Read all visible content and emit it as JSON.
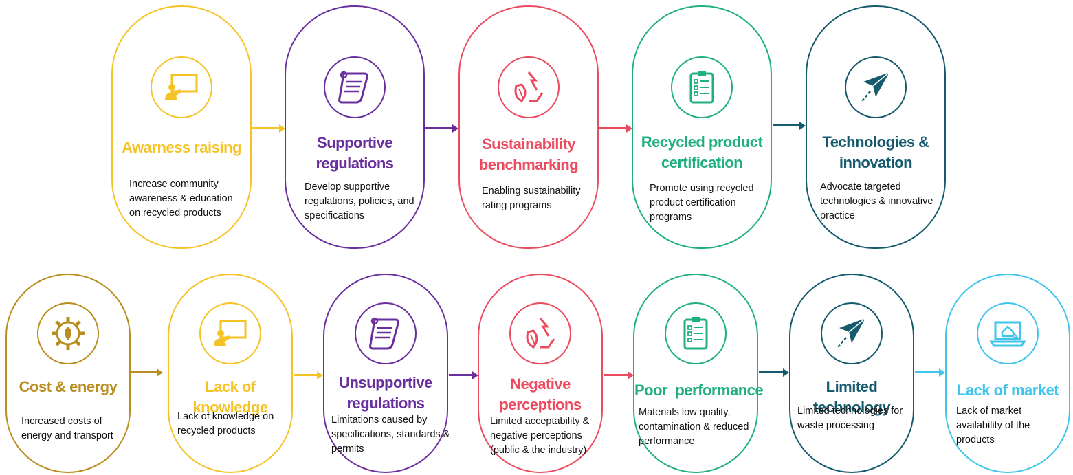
{
  "colors": {
    "yellow": "#f6c326",
    "purple": "#6a2f9e",
    "red": "#ec4a5e",
    "green": "#20b07d",
    "navy": "#165a6e",
    "gold": "#b98d1e",
    "cyan": "#3fc5ec"
  },
  "top_row": [
    {
      "title": "Awarness raising",
      "desc": "Increase community awareness & education on recycled products",
      "icon": "teacher-board-icon"
    },
    {
      "title": "Supportive regulations",
      "desc": "Develop supportive regulations, policies, and specifications",
      "icon": "scroll-icon"
    },
    {
      "title": "Sustainability benchmarking",
      "desc": "Enabling sustainability rating programs",
      "icon": "recycle-leaf-icon"
    },
    {
      "title": "Recycled product certification",
      "desc": "Promote using recycled product certification programs",
      "icon": "clipboard-checklist-icon"
    },
    {
      "title": "Technologies & innovation",
      "desc": "Advocate targeted technologies & innovative practice",
      "icon": "paper-plane-icon"
    }
  ],
  "bottom_row": [
    {
      "title": "Cost & energy",
      "desc": "Increased costs of energy and transport",
      "icon": "gear-leaf-icon"
    },
    {
      "title": "Lack of knowledge",
      "desc": "Lack of knowledge on recycled products",
      "icon": "teacher-board-icon"
    },
    {
      "title": "Unsupportive regulations",
      "desc": "Limitations caused by specifications, standards & permits",
      "icon": "scroll-icon"
    },
    {
      "title": "Negative perceptions",
      "desc": "Limited acceptability & negative perceptions (public & the industry)",
      "icon": "recycle-leaf-icon"
    },
    {
      "title": "Poor  performance",
      "desc": "Materials low quality, contamination & reduced performance",
      "icon": "clipboard-checklist-icon"
    },
    {
      "title": "Limited technology",
      "desc": "Limited technologies for waste processing",
      "icon": "paper-plane-icon"
    },
    {
      "title": "Lack of market",
      "desc": "Lack of market availability of the products",
      "icon": "laptop-house-icon"
    }
  ]
}
